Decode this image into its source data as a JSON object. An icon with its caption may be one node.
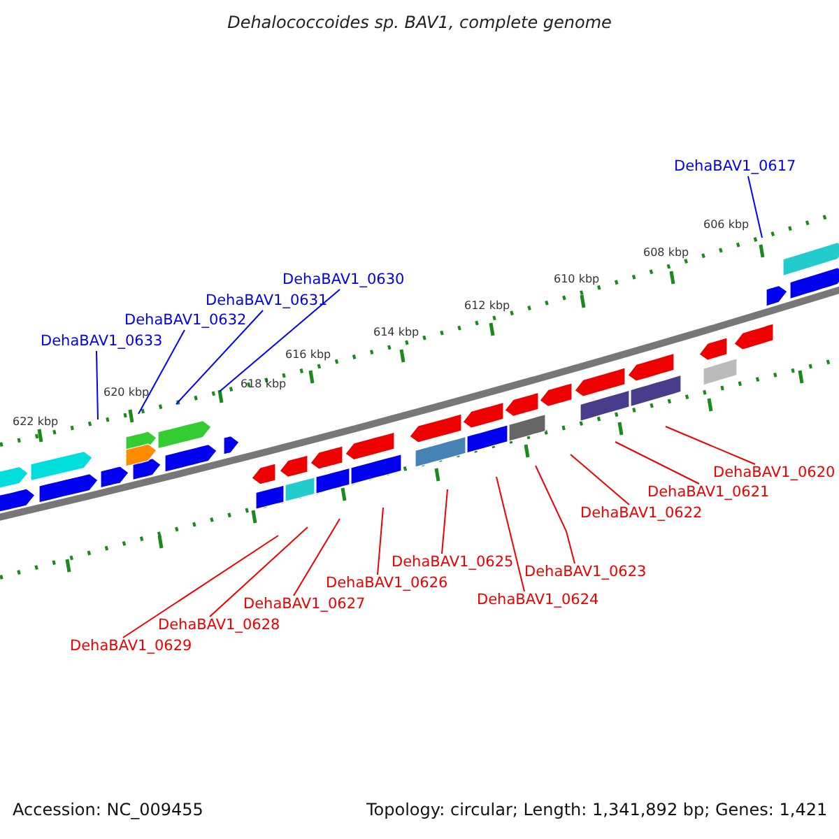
{
  "diagram": {
    "title": "Dehalococcoides sp. BAV1, complete genome",
    "nodes": [
      {
        "text": [
          "DehaBAV1_0617"
        ]
      },
      {
        "text": [
          "DehaBAV1_0630"
        ]
      },
      {
        "text": [
          "DehaBAV1_0631"
        ]
      },
      {
        "text": [
          "DehaBAV1_0632"
        ]
      },
      {
        "text": [
          "DehaBAV1_0633"
        ]
      },
      {
        "text": [
          "DehaBAV1_0620"
        ]
      },
      {
        "text": [
          "DehaBAV1_0621"
        ]
      },
      {
        "text": [
          "DehaBAV1_0622"
        ]
      },
      {
        "text": [
          "DehaBAV1_0625"
        ]
      },
      {
        "text": [
          "DehaBAV1_0623"
        ]
      },
      {
        "text": [
          "DehaBAV1_0626"
        ]
      },
      {
        "text": [
          "DehaBAV1_0624"
        ]
      },
      {
        "text": [
          "DehaBAV1_0627"
        ]
      },
      {
        "text": [
          "DehaBAV1_0628"
        ]
      },
      {
        "text": [
          "DehaBAV1_0629"
        ]
      }
    ],
    "edges": [
      {
        "from": 0,
        "to": null,
        "arrow": "none",
        "color": "#0000ff"
      },
      {
        "from": 1,
        "to": null,
        "arrow": "none",
        "color": "#0000ff"
      },
      {
        "from": 2,
        "to": null,
        "arrow": "none",
        "color": "#0000ff"
      },
      {
        "from": 3,
        "to": null,
        "arrow": "none",
        "color": "#0000ff"
      },
      {
        "from": 4,
        "to": null,
        "arrow": "none",
        "color": "#0000ff"
      },
      {
        "from": 5,
        "to": null,
        "arrow": "none"
      },
      {
        "from": 6,
        "to": null,
        "arrow": "none"
      },
      {
        "from": 7,
        "to": null,
        "arrow": "none"
      },
      {
        "from": 8,
        "to": null,
        "arrow": "none"
      },
      {
        "from": 9,
        "to": null,
        "arrow": "none"
      },
      {
        "from": 10,
        "to": null,
        "arrow": "none"
      },
      {
        "from": 11,
        "to": null,
        "arrow": "none"
      },
      {
        "from": 12,
        "to": null,
        "arrow": "none"
      },
      {
        "from": 13,
        "to": null,
        "arrow": "none"
      },
      {
        "from": 14,
        "to": null,
        "arrow": "none"
      }
    ],
    "labels": [
      "606 kbp",
      "608 kbp",
      "610 kbp",
      "612 kbp",
      "614 kbp",
      "616 kbp",
      "618 kbp",
      "620 kbp",
      "622 kbp",
      "Accession: NC_009455",
      "Topology: circular; Length: 1,341,892 bp; Genes: 1,421"
    ]
  }
}
